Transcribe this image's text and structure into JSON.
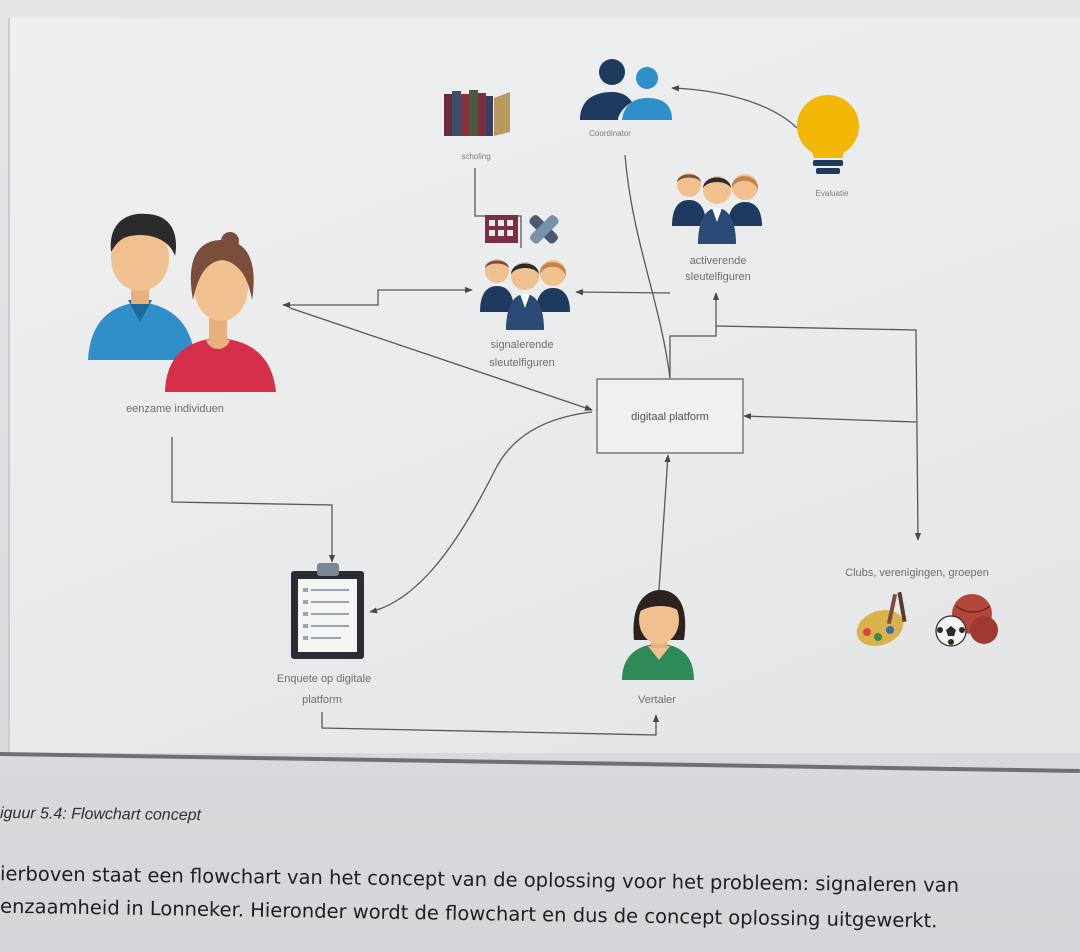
{
  "diagram": {
    "nodes": {
      "eenzame_individuen": "eenzame individuen",
      "scholing": "scholing",
      "coordinator": "Coordinator",
      "evaluatie": "Evaluatie",
      "activerende_line1": "activerende",
      "activerende_line2": "sleutelfiguren",
      "signalerende_line1": "signalerende",
      "signalerende_line2": "sleutelfiguren",
      "digitaal_platform": "digitaal platform",
      "clubs": "Clubs, verenigingen, groepen",
      "enquete_line1": "Enquete op digitale",
      "enquete_line2": "platform",
      "vertaler": "Vertaler"
    },
    "icons": [
      "people-couple-icon",
      "books-icon",
      "coordinator-icon",
      "lightbulb-icon",
      "group-people-icon",
      "calendar-icon",
      "bandage-icon",
      "clipboard-icon",
      "translator-person-icon",
      "paint-palette-icon",
      "sports-balls-icon"
    ],
    "colors": {
      "man_shirt": "#2f8fc9",
      "woman_shirt": "#d62f4b",
      "skin": "#f0c08e",
      "navy": "#1f3a5f",
      "bulb": "#f2b705",
      "vertaler_green": "#2e8b57"
    }
  },
  "caption": "iguur 5.4: Flowchart concept",
  "body_text": {
    "line1": "ierboven staat een flowchart van het concept van de oplossing voor het probleem: signaleren van",
    "line2": "enzaamheid in Lonneker. Hieronder wordt de flowchart en dus de concept oplossing uitgewerkt."
  }
}
